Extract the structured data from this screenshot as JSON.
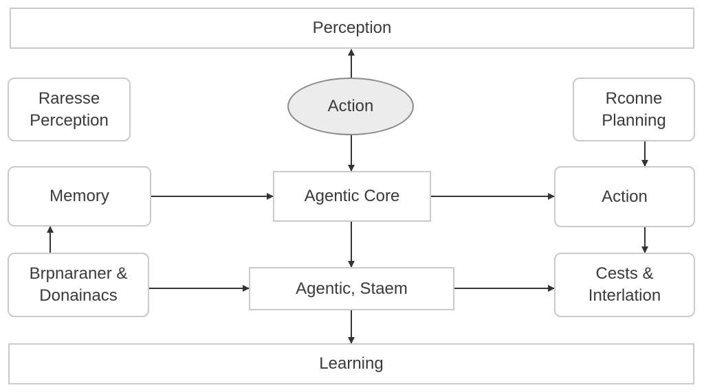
{
  "diagram": {
    "top_bar": "Perception",
    "bottom_bar": "Learning",
    "center": {
      "action": "Action",
      "agentic_core": "Agentic Core",
      "agentic_system": "Agentic, Staem"
    },
    "left": {
      "perception_line1": "Raresse",
      "perception_line2": "Perception",
      "memory": "Memory",
      "domains_line1": "Brpnaraner &",
      "domains_line2": "Donainacs"
    },
    "right": {
      "planning_line1": "Rconne",
      "planning_line2": "Planning",
      "action": "Action",
      "interaction_line1": "Cests &",
      "interaction_line2": "Interlation"
    }
  }
}
